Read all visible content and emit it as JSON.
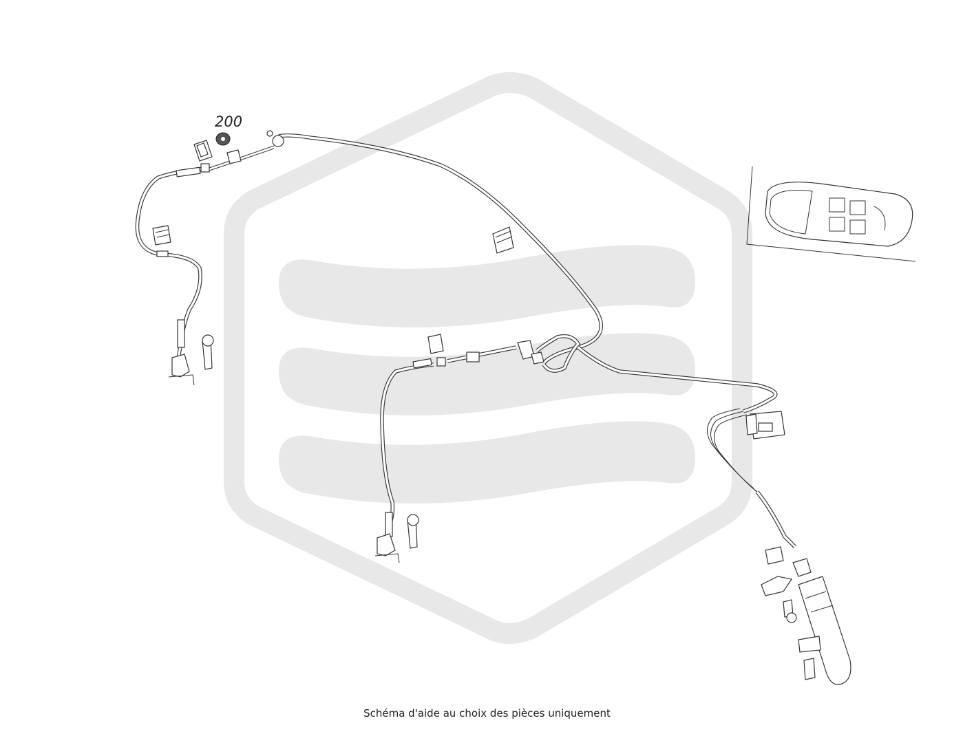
{
  "diagram": {
    "callouts": [
      {
        "id": "part-200",
        "label": "200"
      }
    ],
    "caption": "Schéma d'aide au choix des pièces uniquement",
    "watermark": "hexagon-logo-watermark",
    "colors": {
      "line": "#333333",
      "watermark": "#e6e6e6",
      "background": "#ffffff"
    }
  }
}
